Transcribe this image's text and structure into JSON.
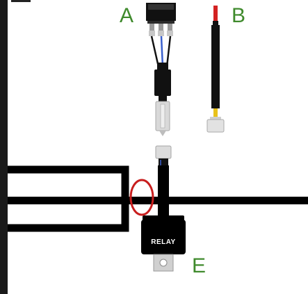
{
  "diagram": {
    "labels": {
      "a": "A",
      "b": "B",
      "e": "E",
      "relay": "RELAY"
    },
    "colors": {
      "label_green": "#3f8a2c",
      "wire_black": "#000000",
      "highlight_red": "#c81e1e",
      "connector_gray": "#d9d9d9",
      "wire_blue": "#3a5fcd",
      "wire_red_tip": "#d32222",
      "wire_yellow_tip": "#e8c21a"
    },
    "components": [
      "rocker-switch",
      "pigtail-wire",
      "harness",
      "relay",
      "red-circle-highlight"
    ]
  }
}
